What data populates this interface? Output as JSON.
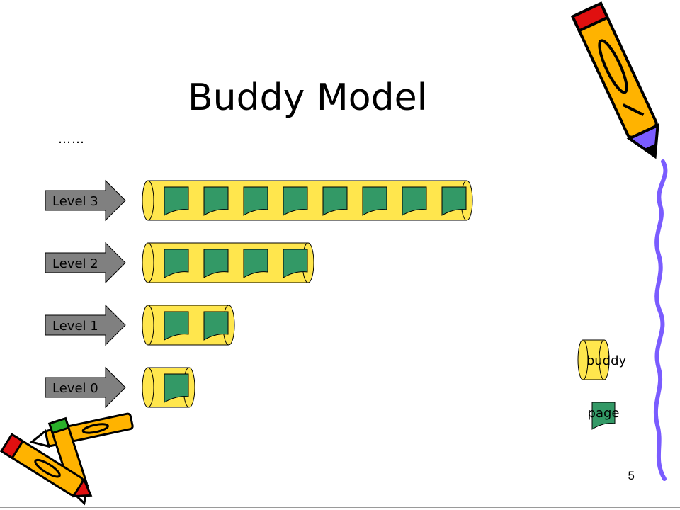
{
  "slide": {
    "title": "Buddy Model",
    "ellipsis": "……",
    "page_number": "5"
  },
  "levels": [
    {
      "label": "Level 3",
      "pages": 8
    },
    {
      "label": "Level 2",
      "pages": 4
    },
    {
      "label": "Level 1",
      "pages": 2
    },
    {
      "label": "Level 0",
      "pages": 1
    }
  ],
  "legend": {
    "buddy_label": "buddy",
    "page_label": "page"
  },
  "colors": {
    "buddy_fill": "#ffe64d",
    "page_fill": "#339966",
    "arrow_fill": "#808080",
    "squiggle": "#7a5cff",
    "pencil_body": "#ffb300"
  },
  "icons": [
    "pencil-icon",
    "crossed-pencils-icon",
    "squiggle-line-icon"
  ]
}
